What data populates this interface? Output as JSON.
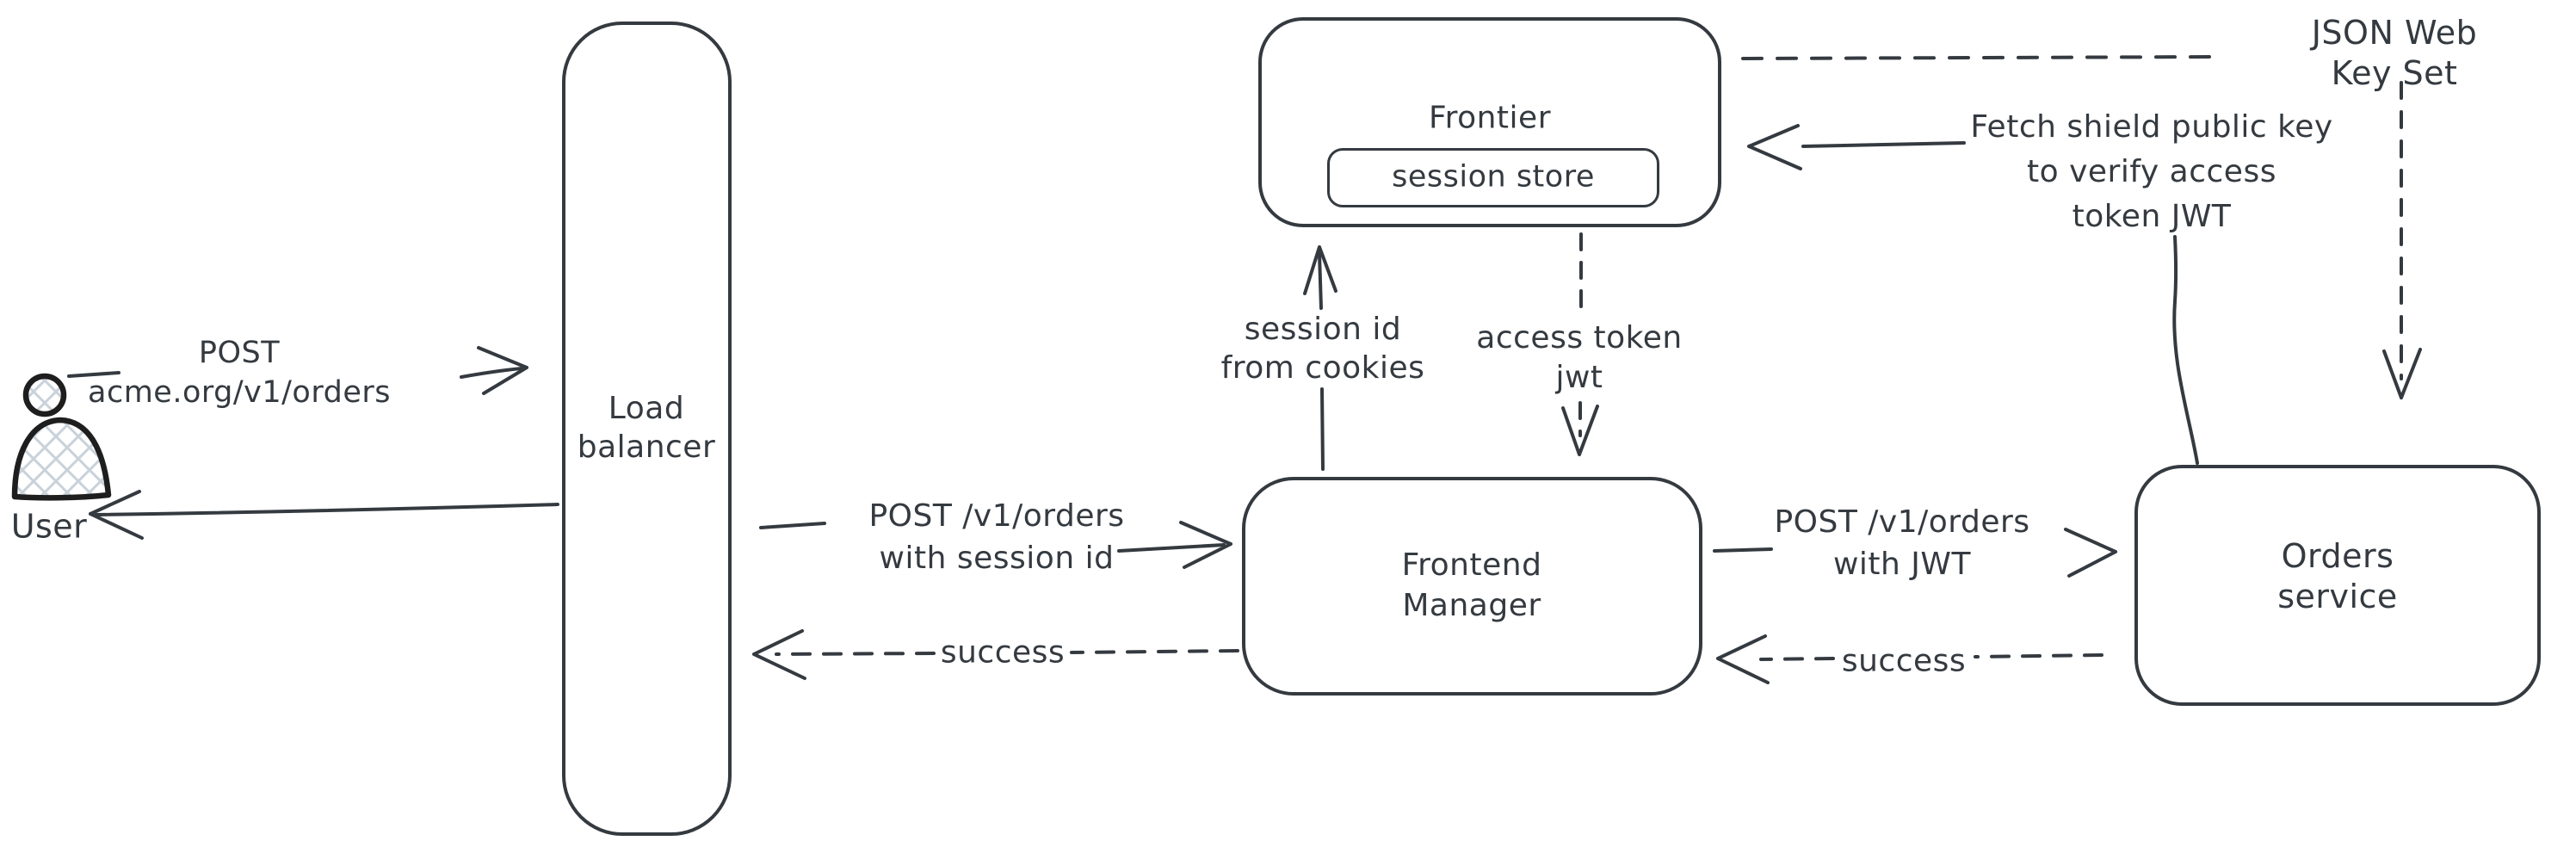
{
  "diagram": {
    "colors": {
      "stroke": "#343a40",
      "person_stroke": "#1e1e1e",
      "hatch": "#c9d2da",
      "background": "#ffffff",
      "text": "#343a40"
    },
    "actor": {
      "label": "User"
    },
    "nodes": {
      "load_balancer": {
        "label": "Load\nbalancer"
      },
      "frontier": {
        "label": "Frontier"
      },
      "session_store": {
        "label": "session store"
      },
      "frontend_manager": {
        "label": "Frontend\nManager"
      },
      "orders_service": {
        "label": "Orders service"
      }
    },
    "edges": {
      "user_to_lb": {
        "label": "POST\nacme.org/v1/orders"
      },
      "lb_to_fm": {
        "label": "POST /v1/orders\nwith session id"
      },
      "fm_to_lb": {
        "label": "success"
      },
      "fm_to_frontier": {
        "label": "session id\nfrom cookies"
      },
      "frontier_to_fm": {
        "label": "access token\njwt"
      },
      "fm_to_orders": {
        "label": "POST /v1/orders\nwith JWT"
      },
      "orders_to_fm": {
        "label": "success"
      },
      "orders_to_frontier": {
        "label": "Fetch shield public key\nto verify access\ntoken JWT"
      },
      "jwks": {
        "label": "JSON Web Key Set"
      }
    }
  }
}
